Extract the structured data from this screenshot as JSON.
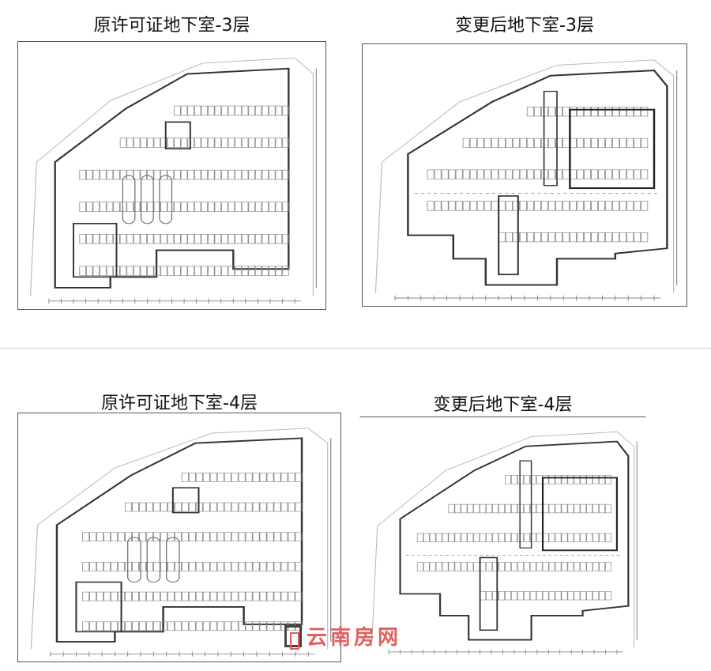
{
  "panels": [
    {
      "title": "原许可证地下室-3层",
      "variant": "original"
    },
    {
      "title": "变更后地下室-3层",
      "variant": "changed"
    },
    {
      "title": "原许可证地下室-4层",
      "variant": "original"
    },
    {
      "title": "变更后地下室-4层",
      "variant": "changed"
    }
  ],
  "watermark": {
    "text": "云南房网"
  }
}
